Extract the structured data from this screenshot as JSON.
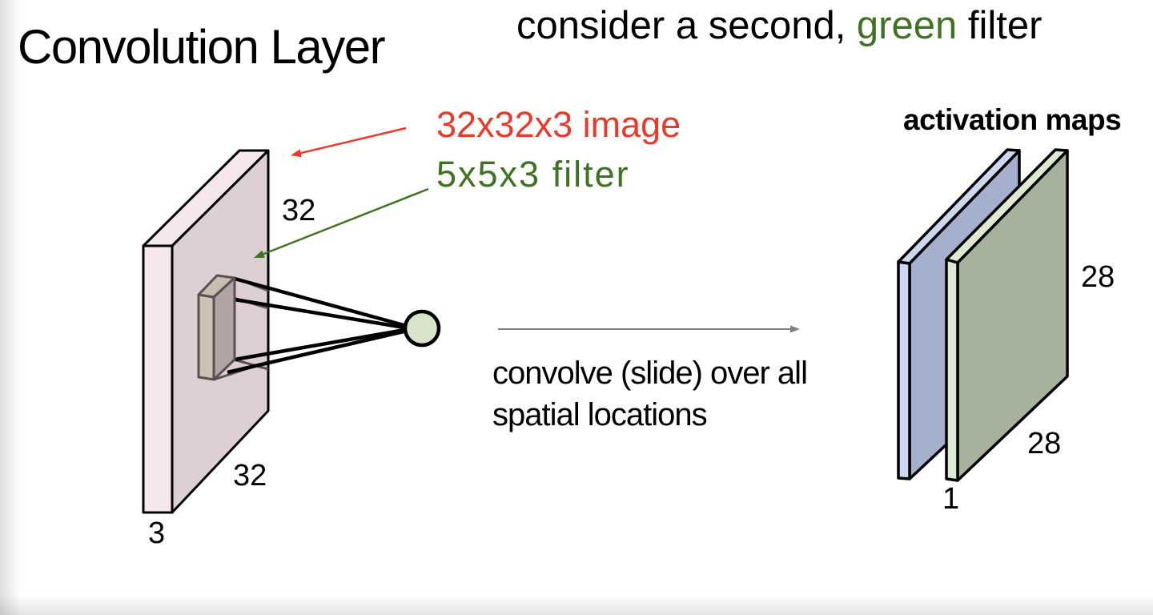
{
  "header": {
    "title": "Convolution Layer"
  },
  "subtitle": {
    "part1": "consider a second, ",
    "highlight": "green",
    "part2": " filter"
  },
  "labels": {
    "image": "32x32x3 image",
    "filter": "5x5x3 filter",
    "convolve_line1": "convolve (slide) over all",
    "convolve_line2": "spatial locations",
    "activation": "activation maps"
  },
  "dimensions": {
    "input_height": "32",
    "input_width": "32",
    "input_depth": "3",
    "output_height": "28",
    "output_width": "28",
    "output_depth": "1"
  },
  "colors": {
    "red_text": "#e8392b",
    "green_text": "#3f7323",
    "image_face_front": "#ddd0d5",
    "image_face_side": "#f6e8ea",
    "filter_face_front": "#b1a4a4",
    "filter_face_side": "#ccc3b4",
    "filter_face_top": "#c7beb0",
    "filter_outline": "#5d4e50",
    "neuron_fill": "#d9e5cb",
    "map1_front": "#a5b0cf",
    "map1_side": "#cdd7ef",
    "map2_front": "#a6b29b",
    "map2_side": "#dcead2",
    "arrow_grey": "#7f7f7f"
  }
}
